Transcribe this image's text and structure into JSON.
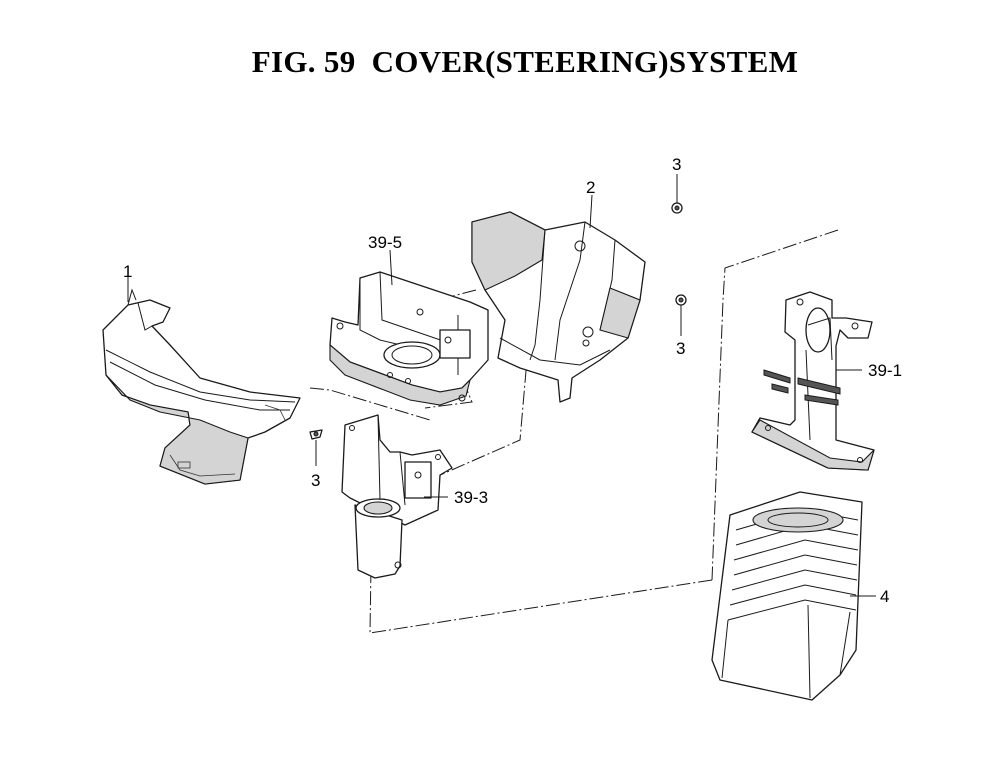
{
  "title": "FIG. 59  COVER(STEERING)SYSTEM",
  "callouts": {
    "part_1": "1",
    "part_2": "2",
    "screw_top": "3",
    "screw_mid": "3",
    "screw_left": "3",
    "part_4": "4",
    "part_39_1": "39-1",
    "part_39_3": "39-3",
    "part_39_5": "39-5"
  }
}
